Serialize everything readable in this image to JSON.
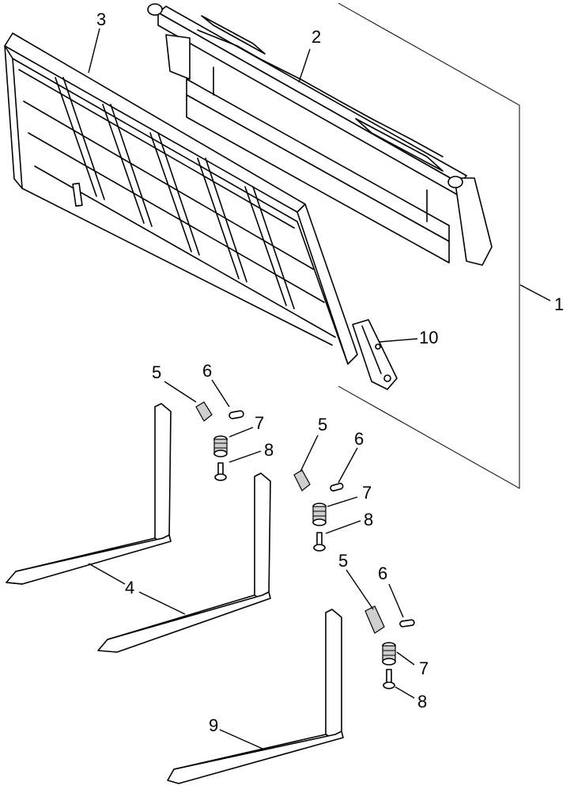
{
  "callouts": {
    "c1": "1",
    "c2": "2",
    "c3": "3",
    "c4": "4",
    "c5a": "5",
    "c5b": "5",
    "c5c": "5",
    "c6a": "6",
    "c6b": "6",
    "c6c": "6",
    "c7a": "7",
    "c7b": "7",
    "c7c": "7",
    "c8a": "8",
    "c8b": "8",
    "c8c": "8",
    "c9": "9",
    "c10": "10"
  }
}
